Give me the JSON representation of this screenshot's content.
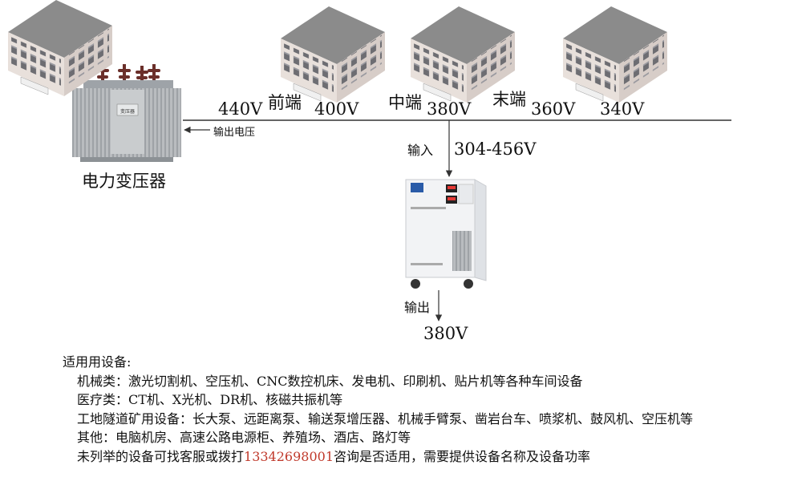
{
  "transformer": {
    "label": "电力变压器",
    "plate": "变压器",
    "icon": "transformer-icon"
  },
  "line": {
    "voltage_at_source": "440V",
    "output_note": "输出电压",
    "segments": [
      {
        "name": "前端",
        "voltage": "400V",
        "icon": "building-icon"
      },
      {
        "name": "中端",
        "voltage": "380V",
        "icon": "building-icon"
      },
      {
        "name": "末端",
        "voltage": "360V",
        "icon": "building-icon"
      }
    ],
    "end_voltage": "340V"
  },
  "stabilizer": {
    "input_label": "输入",
    "input_range": "304-456V",
    "output_label": "输出",
    "output_voltage": "380V",
    "icon": "voltage-stabilizer-icon"
  },
  "notes": {
    "heading": "适用用设备:",
    "items": [
      "机械类：激光切割机、空压机、CNC数控机床、发电机、印刷机、贴片机等各种车间设备",
      "医疗类：CT机、X光机、DR机、核磁共振机等",
      "工地隧道矿用设备：长大泵、远距离泵、输送泵增压器、机械手臂泵、凿岩台车、喷浆机、鼓风机、空压机等",
      "其他：电脑机房、高速公路电源柜、养殖场、酒店、路灯等"
    ],
    "contact": {
      "prefix": "未列举的设备可找客服或拨打",
      "phone": "13342698001",
      "suffix": "咨询是否适用，需要提供设备名称及设备功率"
    }
  },
  "colors": {
    "line": "#333333",
    "phone": "#c0392b",
    "building_wall": "#e9e1dc",
    "building_roof": "#8a8a8a"
  }
}
